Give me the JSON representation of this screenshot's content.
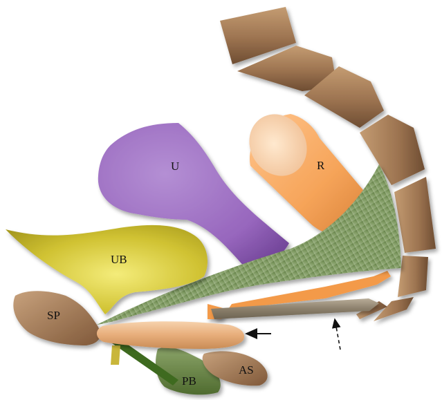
{
  "labels": {
    "uterus": "U",
    "rectum": "R",
    "bladder": "UB",
    "symphysis": "SP",
    "perineal_body": "PB",
    "anal_sphincter": "AS"
  },
  "colors": {
    "uterus": "#9b6cc0",
    "rectum": "#f4a65e",
    "bladder": "#cfc236",
    "bone": "#a47a55",
    "levator": "#7f9a62",
    "perineal_body": "#5f7a3a",
    "arrow": "#111111"
  },
  "annotations": {
    "solid_arrow": "solid-arrow",
    "dashed_arrow": "dashed-arrow"
  }
}
